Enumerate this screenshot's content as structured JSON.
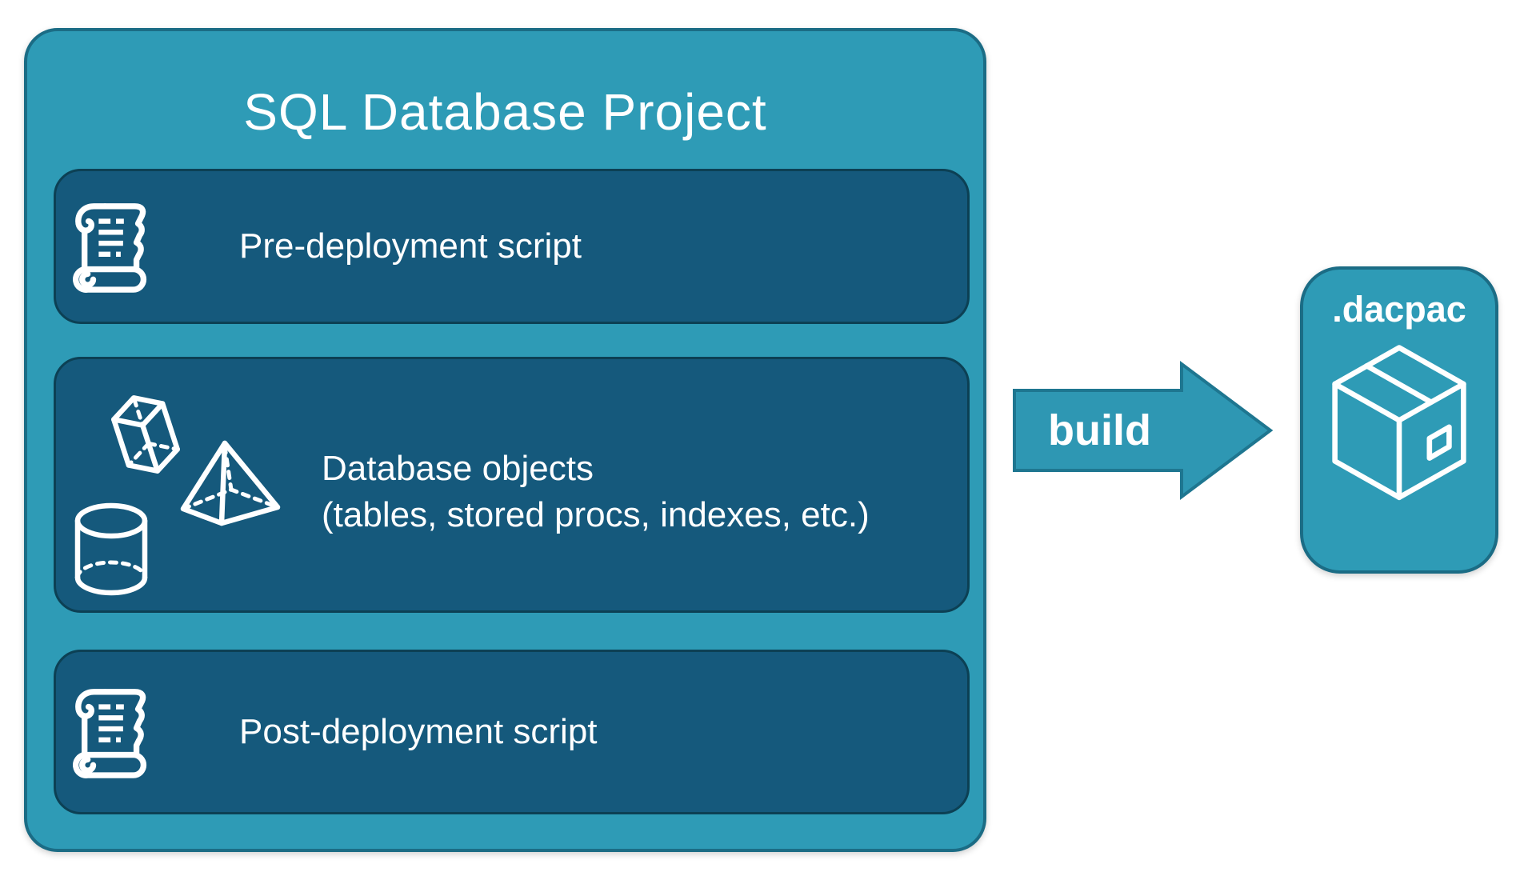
{
  "title": "SQL Database Project",
  "boxes": {
    "pre": {
      "label": "Pre-deployment script",
      "icon": "scroll-icon"
    },
    "objects": {
      "line1": "Database objects",
      "line2": "(tables, stored procs, indexes, etc.)",
      "icons": [
        "cube-icon",
        "pyramid-icon",
        "cylinder-icon"
      ]
    },
    "post": {
      "label": "Post-deployment script",
      "icon": "scroll-icon"
    }
  },
  "arrow": {
    "label": "build"
  },
  "output": {
    "label": ".dacpac",
    "icon": "package-icon"
  },
  "colors": {
    "container_fill": "#2E9BB6",
    "container_border": "#1B6C85",
    "inner_box_fill": "#15597C",
    "inner_box_border": "#0C4054",
    "arrow_fill": "#2E97B3",
    "arrow_border": "#1E7690",
    "text": "#FFFFFF"
  }
}
